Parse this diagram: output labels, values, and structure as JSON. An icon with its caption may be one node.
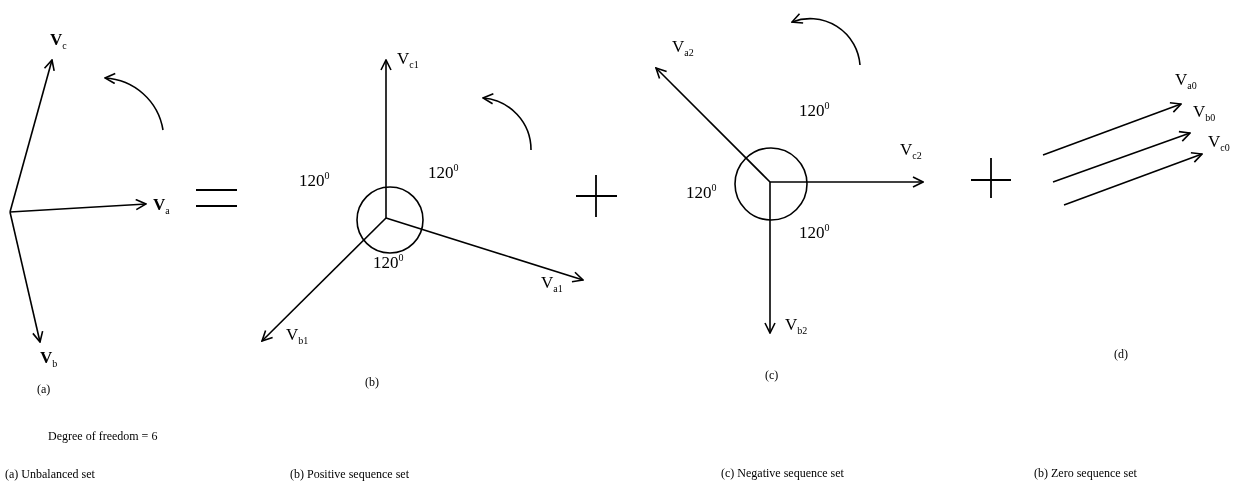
{
  "diagram": {
    "labels": [
      "**V**$_{c}$",
      "**V**$_{a}$",
      "**V**$_{b}$",
      "(a)",
      "V$_{c1}$",
      "120$^{0}$",
      "120$^{0}$",
      "120$^{0}$",
      "V$_{a1}$",
      "V$_{b1}$",
      "(b)",
      "V$_{a2}$",
      "120$^{0}$",
      "V$_{c2}$",
      "120$^{0}$",
      "120$^{0}$",
      "V$_{b2}$",
      "(c)",
      "V$_{a0}$",
      "V$_{b0}$",
      "V$_{c0}$",
      "(d)",
      "Degree of freedom = 6",
      "(a) Unbalanced set",
      "(b) Positive sequence set",
      "(c) Negative sequence set",
      "(b) Zero sequence set"
    ]
  }
}
